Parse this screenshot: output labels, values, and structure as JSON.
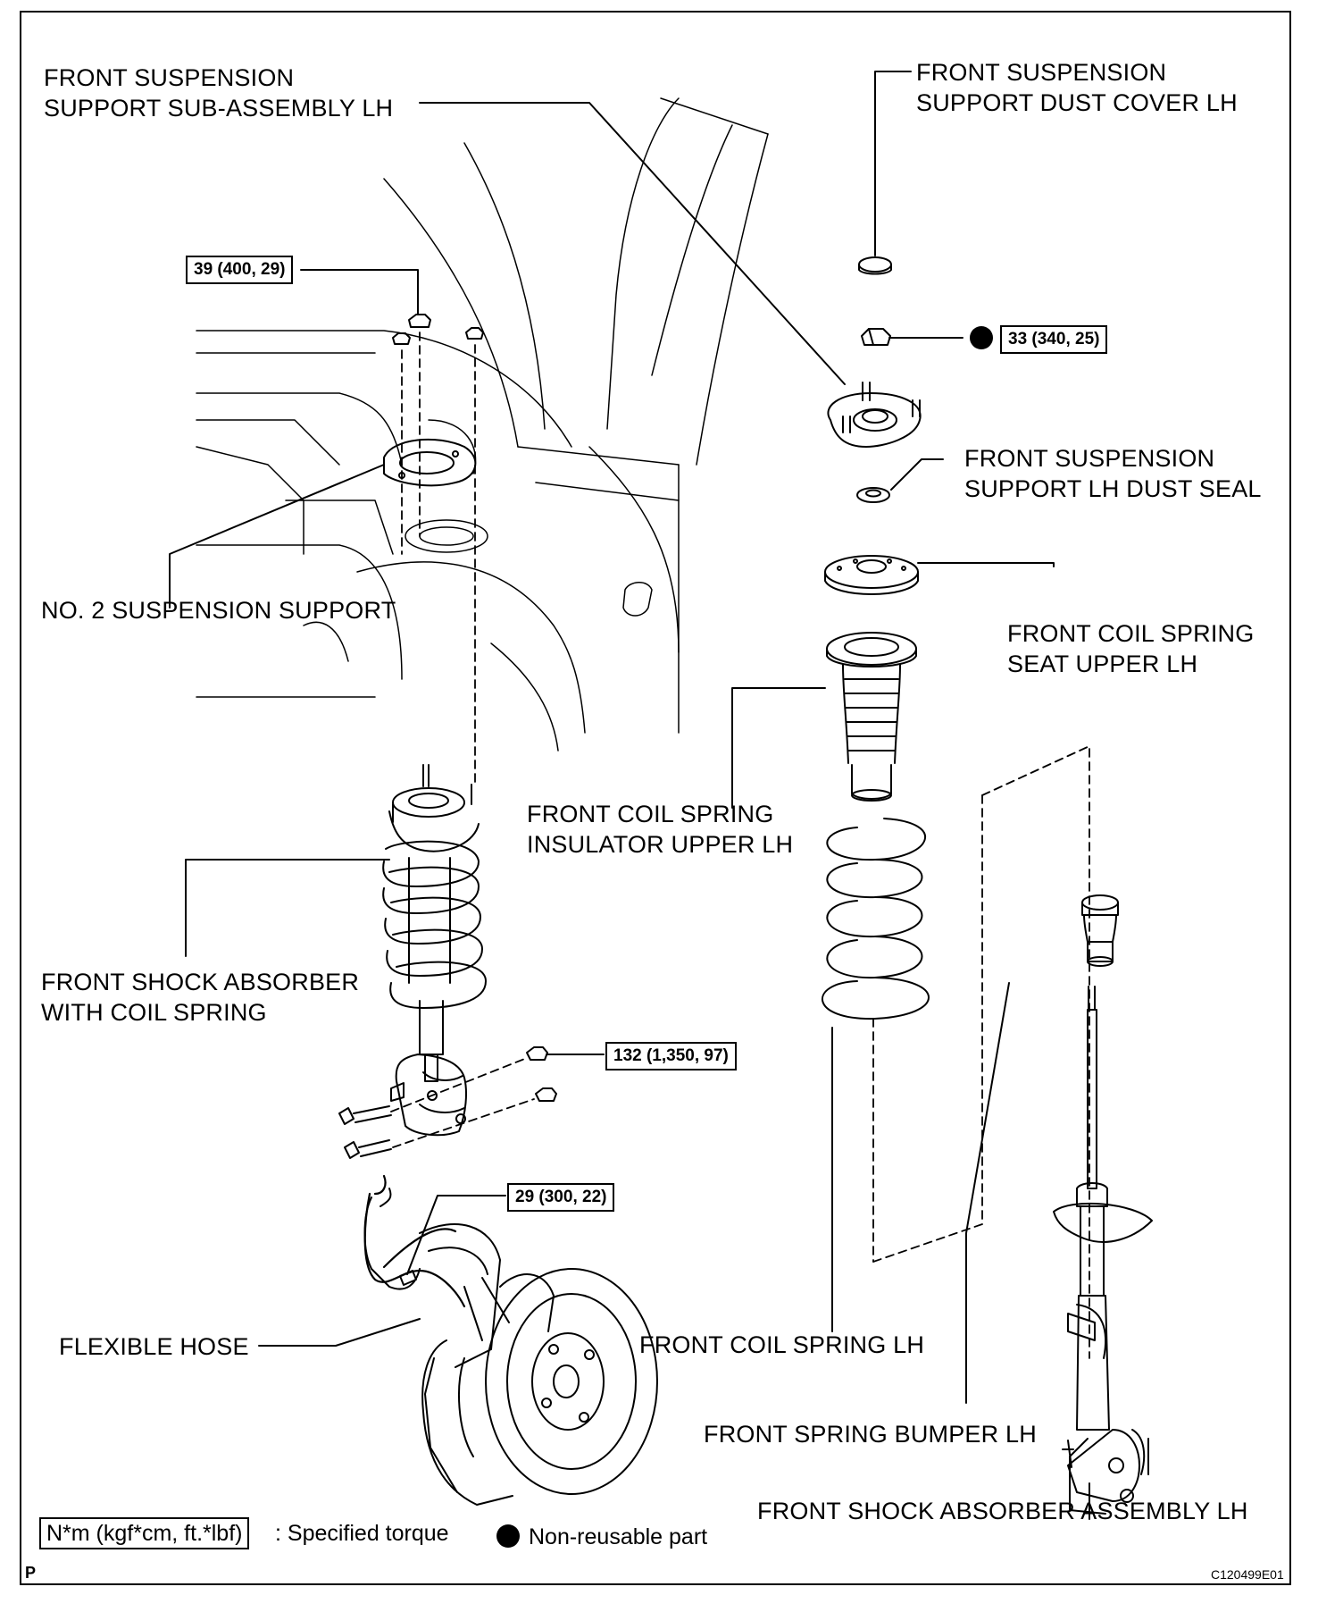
{
  "labels": {
    "support_sub_assembly": [
      "FRONT SUSPENSION",
      "SUPPORT SUB-ASSEMBLY LH"
    ],
    "dust_cover": [
      "FRONT SUSPENSION",
      "SUPPORT DUST COVER LH"
    ],
    "dust_seal": [
      "FRONT SUSPENSION",
      "SUPPORT LH DUST SEAL"
    ],
    "no2_support": "NO. 2 SUSPENSION SUPPORT",
    "spring_seat": [
      "FRONT COIL SPRING",
      "SEAT UPPER LH"
    ],
    "insulator": [
      "FRONT COIL SPRING",
      "INSULATOR UPPER LH"
    ],
    "shock_with_spring": [
      "FRONT SHOCK ABSORBER",
      "WITH COIL SPRING"
    ],
    "flexible_hose": "FLEXIBLE HOSE",
    "coil_spring": "FRONT COIL SPRING LH",
    "spring_bumper": "FRONT SPRING BUMPER LH",
    "shock_assembly": "FRONT SHOCK ABSORBER ASSEMBLY LH"
  },
  "torques": {
    "upper_nuts": "39 (400, 29)",
    "center_nut": "33 (340, 25)",
    "lower_bolts": "132 (1,350, 97)",
    "hose_bolt": "29 (300, 22)"
  },
  "legend": {
    "torque_box": "N*m (kgf*cm, ft.*lbf)",
    "torque_text": ": Specified torque",
    "nonreusable_text": "Non-reusable part"
  },
  "corner_letter": "P",
  "figure_code": "C120499E01",
  "icons": {
    "nonreusable": "filled-circle-icon"
  }
}
